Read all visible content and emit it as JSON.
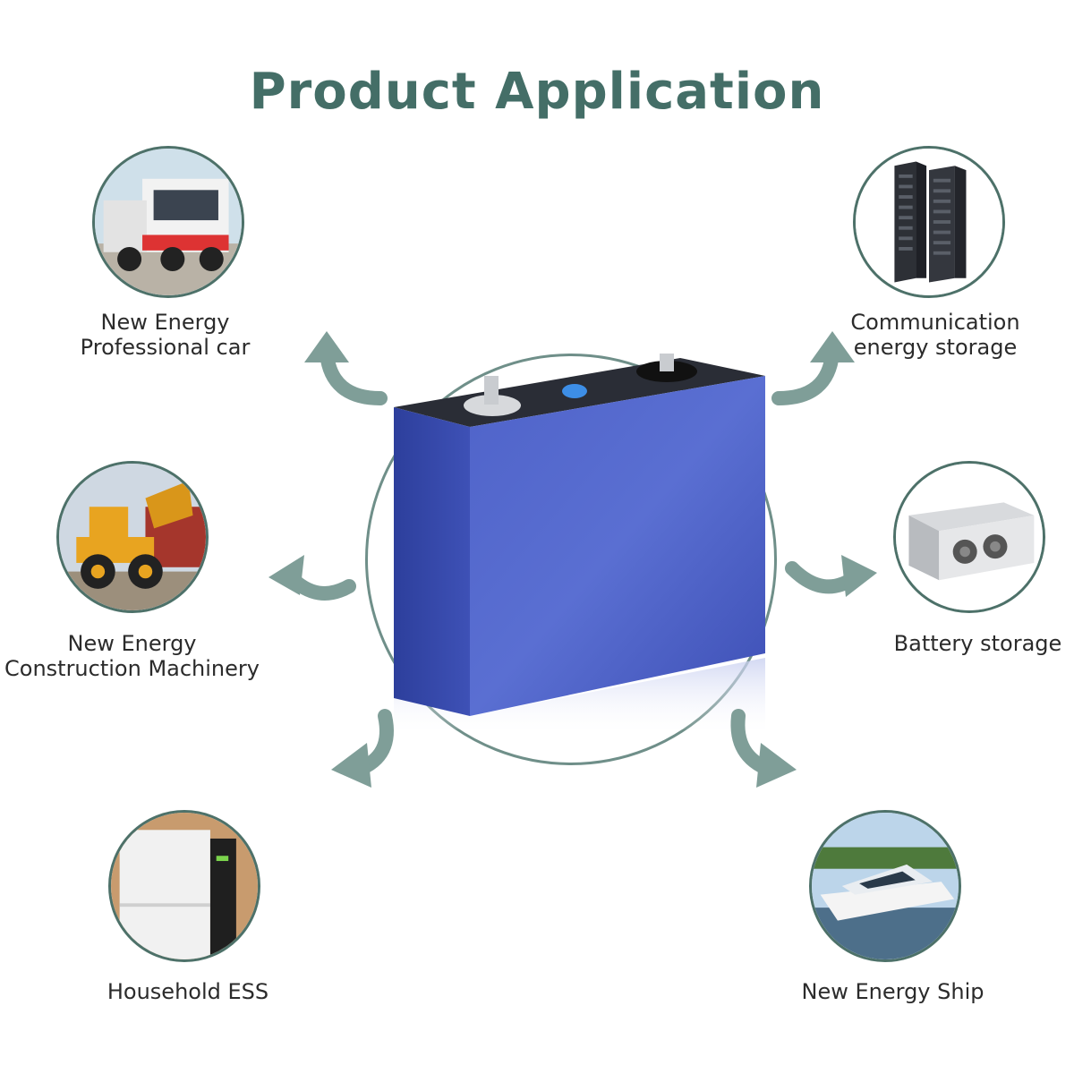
{
  "title": "Product Application",
  "applications": [
    {
      "id": "professional-car",
      "lines": [
        "New Energy",
        "Professional car"
      ],
      "icon": "truck-icon"
    },
    {
      "id": "communication-storage",
      "lines": [
        "Communication",
        "energy storage"
      ],
      "icon": "server-rack-icon"
    },
    {
      "id": "construction-machinery",
      "lines": [
        "New Energy",
        "Construction Machinery"
      ],
      "icon": "wheel-loader-icon"
    },
    {
      "id": "battery-storage",
      "lines": [
        "Battery storage"
      ],
      "icon": "power-module-icon"
    },
    {
      "id": "household-ess",
      "lines": [
        "Household ESS"
      ],
      "icon": "home-battery-icon"
    },
    {
      "id": "energy-ship",
      "lines": [
        "New Energy Ship"
      ],
      "icon": "yacht-icon"
    }
  ],
  "colors": {
    "title": "#446e67",
    "ring": "#4d7169",
    "arrow": "#7f9e98",
    "battery": "#3b55b8"
  }
}
